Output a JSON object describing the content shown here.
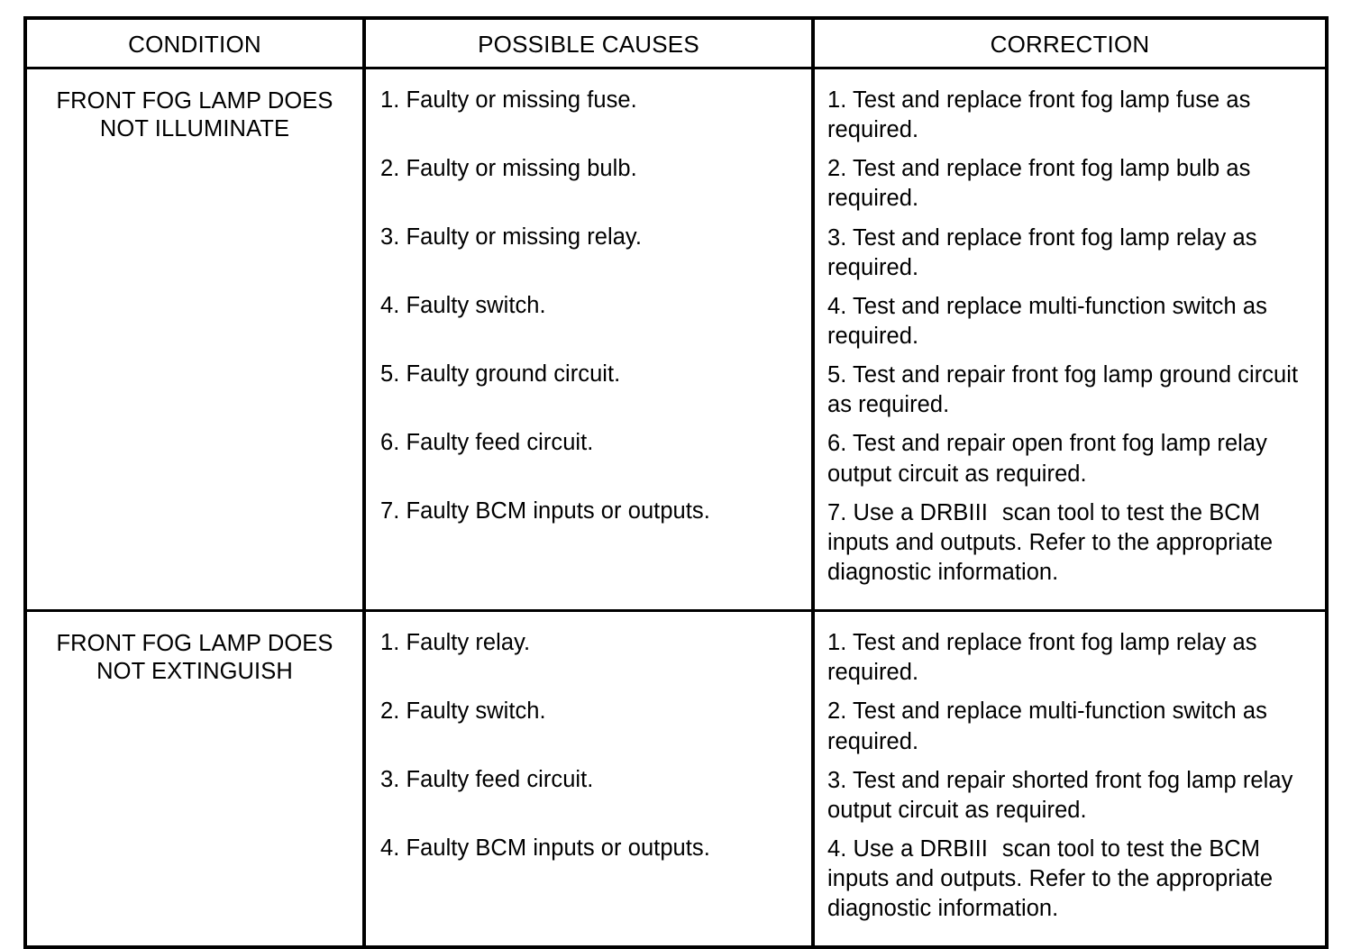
{
  "table": {
    "headers": {
      "condition": "CONDITION",
      "causes": "POSSIBLE CAUSES",
      "correction": "CORRECTION"
    },
    "sections": [
      {
        "condition": "FRONT FOG LAMP DOES NOT ILLUMINATE",
        "condition_line1": "FRONT FOG LAMP DOES",
        "condition_line2": "NOT ILLUMINATE",
        "rows": [
          {
            "cause": "1. Faulty or missing fuse.",
            "correction_pre": "1. Test and replace front fog lamp fuse as required.",
            "correction_post": ""
          },
          {
            "cause": "2. Faulty or missing bulb.",
            "correction_pre": "2. Test and replace front fog lamp bulb as required.",
            "correction_post": ""
          },
          {
            "cause": "3. Faulty or missing relay.",
            "correction_pre": "3. Test and replace front fog lamp relay as required.",
            "correction_post": ""
          },
          {
            "cause": "4. Faulty switch.",
            "correction_pre": "4. Test and replace multi-function switch as required.",
            "correction_post": ""
          },
          {
            "cause": "5. Faulty ground circuit.",
            "correction_pre": "5. Test and repair front fog lamp ground circuit as required.",
            "correction_post": ""
          },
          {
            "cause": "6. Faulty feed circuit.",
            "correction_pre": "6. Test and repair open front fog lamp relay output circuit as required.",
            "correction_post": ""
          },
          {
            "cause": "7. Faulty BCM inputs or outputs.",
            "correction_pre": "7. Use a DRBIII",
            "correction_post": "scan tool to test the BCM inputs and outputs. Refer to the appropriate diagnostic information."
          }
        ]
      },
      {
        "condition": "FRONT FOG LAMP DOES NOT EXTINGUISH",
        "condition_line1": "FRONT FOG LAMP DOES",
        "condition_line2": "NOT EXTINGUISH",
        "rows": [
          {
            "cause": "1. Faulty relay.",
            "correction_pre": "1. Test and replace front fog lamp relay as required.",
            "correction_post": ""
          },
          {
            "cause": "2. Faulty switch.",
            "correction_pre": "2. Test and replace multi-function switch as required.",
            "correction_post": ""
          },
          {
            "cause": "3. Faulty feed circuit.",
            "correction_pre": "3. Test and repair shorted front fog lamp relay output circuit as required.",
            "correction_post": ""
          },
          {
            "cause": "4. Faulty BCM inputs or outputs.",
            "correction_pre": "4. Use a DRBIII",
            "correction_post": "scan tool to test the BCM inputs and outputs. Refer to the appropriate diagnostic information."
          }
        ]
      }
    ]
  },
  "colors": {
    "background": "#ffffff",
    "text": "#000000",
    "border": "#000000"
  }
}
